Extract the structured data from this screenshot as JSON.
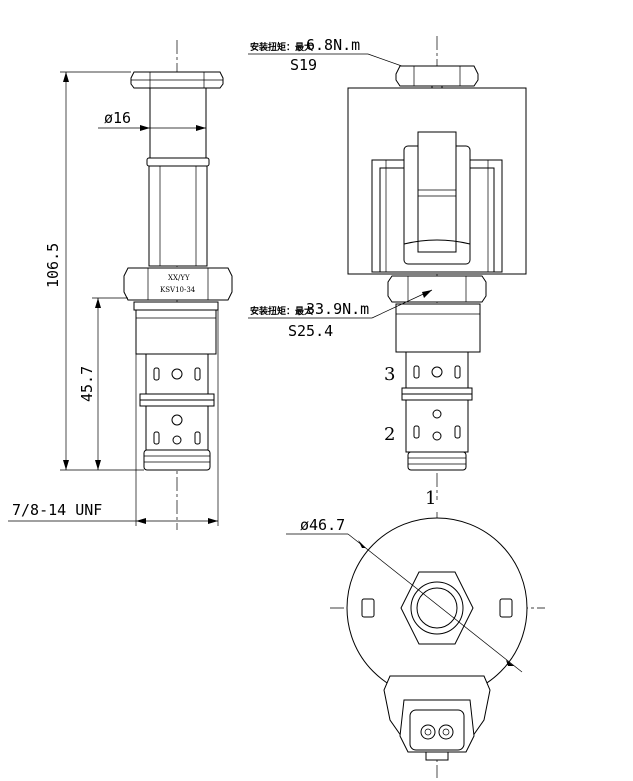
{
  "dimensions": {
    "total_length": "106.5",
    "thread_length": "45.7",
    "tube_diameter": "ø16",
    "thread_spec": "7/8-14 UNF",
    "coil_diameter": "ø46.7"
  },
  "torque": {
    "nut_label": "安装扭矩：最大",
    "nut_value": "6.8N.m",
    "nut_size": "S19",
    "body_label": "安装扭矩：最大",
    "body_value": "33.9N.m",
    "body_size": "S25.4"
  },
  "marking": {
    "line1": "XX/YY",
    "line2": "KSV10-34"
  },
  "ports": {
    "p1": "1",
    "p2": "2",
    "p3": "3"
  }
}
